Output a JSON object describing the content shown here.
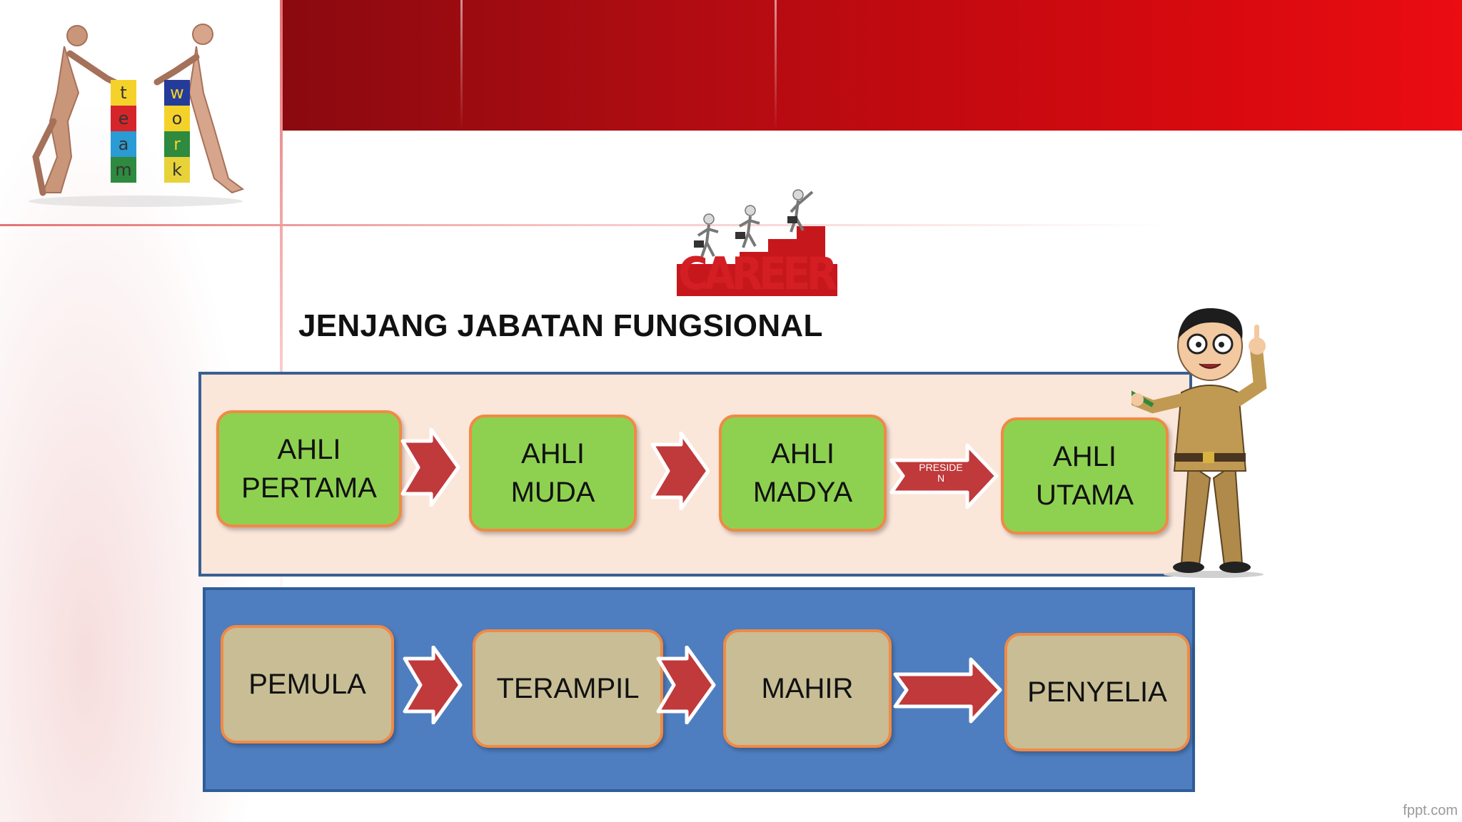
{
  "title": "JENJANG JABATAN FUNGSIONAL",
  "career_logo_text": "CAREER",
  "teamwork_blocks": [
    "t",
    "e",
    "a",
    "m",
    "w",
    "o",
    "r",
    "k"
  ],
  "expert_levels": [
    {
      "line1": "AHLI",
      "line2": "PERTAMA"
    },
    {
      "line1": "AHLI",
      "line2": "MUDA"
    },
    {
      "line1": "AHLI",
      "line2": "MADYA"
    },
    {
      "line1": "AHLI",
      "line2": "UTAMA"
    }
  ],
  "expert_arrow_label": {
    "line1": "PRESIDE",
    "line2": "N"
  },
  "skill_levels": [
    "PEMULA",
    "TERAMPIL",
    "MAHIR",
    "PENYELIA"
  ],
  "watermark": "fppt.com",
  "colors": {
    "header_red": "#c20a10",
    "expert_box": "#8ed151",
    "skill_box": "#c8bd95",
    "box_border": "#f08a45",
    "top_panel": "#fbe6da",
    "bottom_panel": "#4f7ec0",
    "arrow": "#c0393b"
  }
}
